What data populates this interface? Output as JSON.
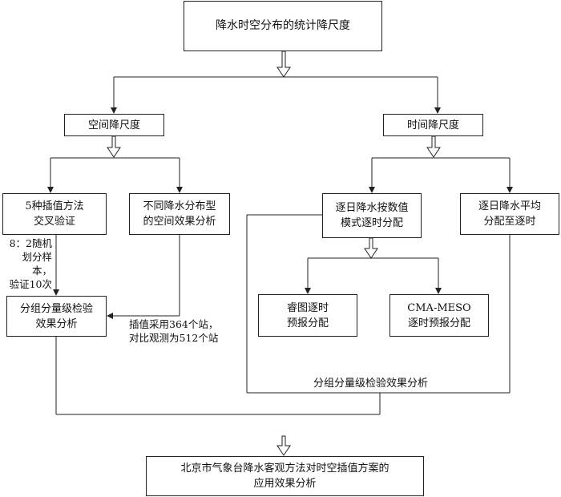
{
  "title": "降水时空分布的统计降尺度",
  "spatial": "空间降尺度",
  "temporal": "时间降尺度",
  "interp_cv": "5种插值方法\n交叉验证",
  "spatial_types": "不同降水分布型\n的空间效果分析",
  "daily_nwp": "逐日降水按数值\n模式逐时分配",
  "daily_avg": "逐日降水平均\n分配至逐时",
  "ruitu": "睿图逐时\n预报分配",
  "cma_meso": "CMA-MESO\n逐时预报分配",
  "group_left": "分组分量级检验\n效果分析",
  "note_split": "8：2随机\n划分样本，\n验证10次",
  "note_stations": "插值采用364个站，\n对比观测为512个站",
  "group_right": "分组分量级检验效果分析",
  "final": "北京市气象台降水客观方法对时空插值方案的\n应用效果分析"
}
